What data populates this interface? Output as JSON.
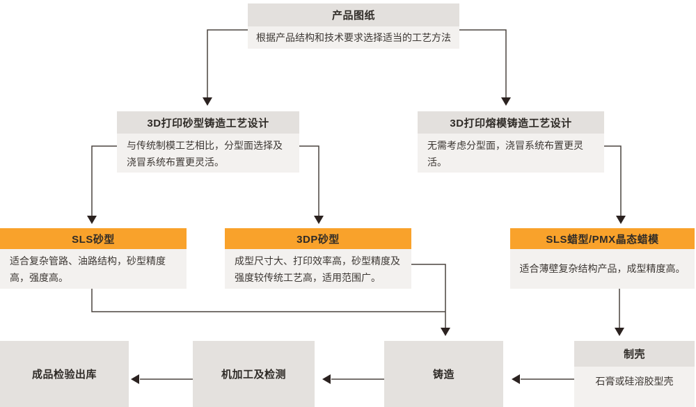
{
  "palette": {
    "orange": "#f9a22b",
    "header_gray": "#e3e0dd",
    "body_gray": "#f3f1ef",
    "plain_box_gray": "#e4e1de",
    "line_color": "#4a433e",
    "arrow_color": "#2b2220",
    "title_text": "#2f2b27",
    "body_text": "#3c3733"
  },
  "nodes": {
    "product_drawing": {
      "title": "产品图纸",
      "desc": "根据产品结构和技术要求选择适当的工艺方法"
    },
    "sand_mold_process": {
      "title": "3D打印砂型铸造工艺设计",
      "desc": "与传统制模工艺相比，分型面选择及浇冒系统布置更灵活。"
    },
    "investment_process": {
      "title": "3D打印熔模铸造工艺设计",
      "desc": "无需考虑分型面，浇冒系统布置更灵活。"
    },
    "sls_sand": {
      "title": "SLS砂型",
      "desc": "适合复杂管路、油路结构，砂型精度高，强度高。"
    },
    "threedp_sand": {
      "title": "3DP砂型",
      "desc": "成型尺寸大、打印效率高，砂型精度及强度较传统工艺高，适用范围广。"
    },
    "sls_wax": {
      "title": "SLS蜡型/PMX晶态蜡模",
      "desc": "适合薄壁复杂结构产品，成型精度高。"
    },
    "shell_making": {
      "title": "制壳",
      "desc": "石膏或硅溶胶型壳"
    },
    "casting": {
      "title": "铸造"
    },
    "machining": {
      "title": "机加工及检测"
    },
    "final_inspection": {
      "title": "成品检验出库"
    }
  }
}
